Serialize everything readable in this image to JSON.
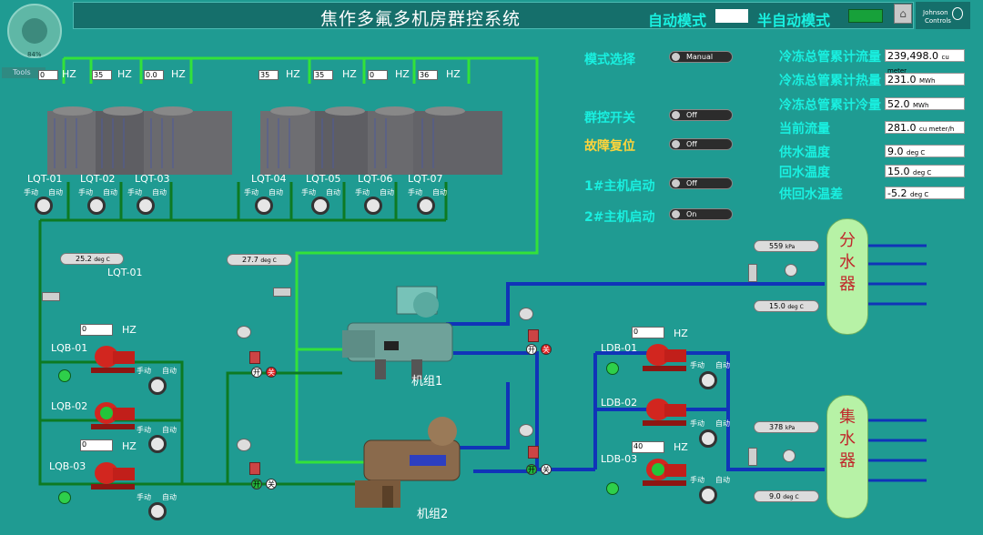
{
  "header": {
    "title": "焦作多氟多机房群控系统",
    "auto_mode": "自动模式",
    "semi_auto_mode": "半自动模式",
    "logo_line1": "Johnson",
    "logo_line2": "Controls",
    "zoom": "84%",
    "tools": "Tools"
  },
  "controls": {
    "mode_select": {
      "label": "模式选择",
      "value": "Manual"
    },
    "group_switch": {
      "label": "群控开关",
      "value": "Off"
    },
    "fault_reset": {
      "label": "故障复位",
      "value": "Off"
    },
    "chiller1_start": {
      "label": "1#主机启动",
      "value": "Off"
    },
    "chiller2_start": {
      "label": "2#主机启动",
      "value": "On"
    }
  },
  "stats": [
    {
      "label": "冷冻总管累计流量",
      "value": "239,498.0",
      "unit": "cu meter"
    },
    {
      "label": "冷冻总管累计热量",
      "value": "231.0",
      "unit": "MWh"
    },
    {
      "label": "冷冻总管累计冷量",
      "value": "52.0",
      "unit": "MWh"
    },
    {
      "label": "当前流量",
      "value": "281.0",
      "unit": "cu meter/h"
    },
    {
      "label": "供水温度",
      "value": "9.0",
      "unit": "deg C"
    },
    {
      "label": "回水温度",
      "value": "15.0",
      "unit": "deg C"
    },
    {
      "label": "供回水温差",
      "value": "-5.2",
      "unit": "deg C"
    }
  ],
  "towers": [
    {
      "name": "LQT-01",
      "hz": "0",
      "manual": "手动",
      "auto": "自动"
    },
    {
      "name": "LQT-02",
      "hz": "35",
      "manual": "手动",
      "auto": "自动"
    },
    {
      "name": "LQT-03",
      "hz": "0.0",
      "manual": "手动",
      "auto": "自动"
    },
    {
      "name": "LQT-04",
      "hz": "35",
      "manual": "手动",
      "auto": "自动"
    },
    {
      "name": "LQT-05",
      "hz": "35",
      "manual": "手动",
      "auto": "自动"
    },
    {
      "name": "LQT-06",
      "hz": "0",
      "manual": "手动",
      "auto": "自动"
    },
    {
      "name": "LQT-07",
      "hz": "36",
      "manual": "手动",
      "auto": "自动"
    }
  ],
  "hz_unit": "HZ",
  "sensors": {
    "lqt_temp": {
      "value": "25.2",
      "unit": "deg C",
      "label": "LQT-01"
    },
    "cond_temp": {
      "value": "27.7",
      "unit": "deg C"
    },
    "supply_pressure": {
      "value": "559",
      "unit": "kPa"
    },
    "supply_temp": {
      "value": "15.0",
      "unit": "deg C"
    },
    "return_pressure": {
      "value": "378",
      "unit": "kPa"
    },
    "return_temp": {
      "value": "9.0",
      "unit": "deg C"
    }
  },
  "lqb_pumps": [
    {
      "name": "LQB-01",
      "hz": "0",
      "manual": "手动",
      "auto": "自动"
    },
    {
      "name": "LQB-02",
      "hz": "",
      "manual": "手动",
      "auto": "自动"
    },
    {
      "name": "LQB-03",
      "hz": "0",
      "manual": "手动",
      "auto": "自动"
    }
  ],
  "ldb_pumps": [
    {
      "name": "LDB-01",
      "hz": "0",
      "manual": "手动",
      "auto": "自动"
    },
    {
      "name": "LDB-02",
      "hz": "",
      "manual": "手动",
      "auto": "自动"
    },
    {
      "name": "LDB-03",
      "hz": "40",
      "manual": "手动",
      "auto": "自动"
    }
  ],
  "chillers": {
    "c1": "机组1",
    "c2": "机组2"
  },
  "valves": {
    "open": "开",
    "close": "关"
  },
  "tanks": {
    "supply": [
      "分",
      "水",
      "器"
    ],
    "return": [
      "集",
      "水",
      "器"
    ]
  }
}
